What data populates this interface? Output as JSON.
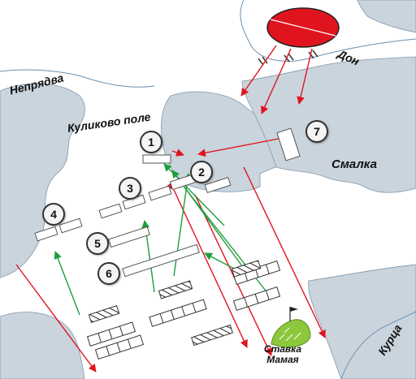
{
  "places": {
    "nepryadva": "Непрядва",
    "kulikovo_pole": "Куликово поле",
    "don": "Дон",
    "smalka": "Смалка",
    "kurtsa": "Курца",
    "stavka_line1": "Ставка",
    "stavka_line2": "Мамая"
  },
  "unit_numbers": [
    "1",
    "2",
    "3",
    "4",
    "5",
    "6",
    "7"
  ],
  "colors": {
    "water": "#ffffff",
    "land": "#c9d4dd",
    "river_line": "#6b8fb0",
    "horde_ellipse": "#e0141e",
    "red_arrow": "#e0141e",
    "green_arrow": "#1e9e3a",
    "stavka_hill": "#8cc83c"
  },
  "icons": {
    "horde": "red-ellipse-icon",
    "stavka": "flag-hill-icon"
  }
}
